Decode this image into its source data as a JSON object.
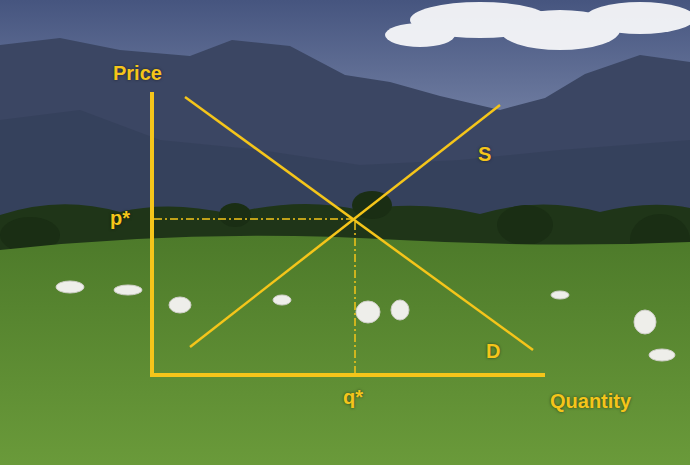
{
  "diagram": {
    "labels": [
      "Price",
      "p*",
      "S",
      "q*",
      "D",
      "Quantity"
    ]
  }
}
